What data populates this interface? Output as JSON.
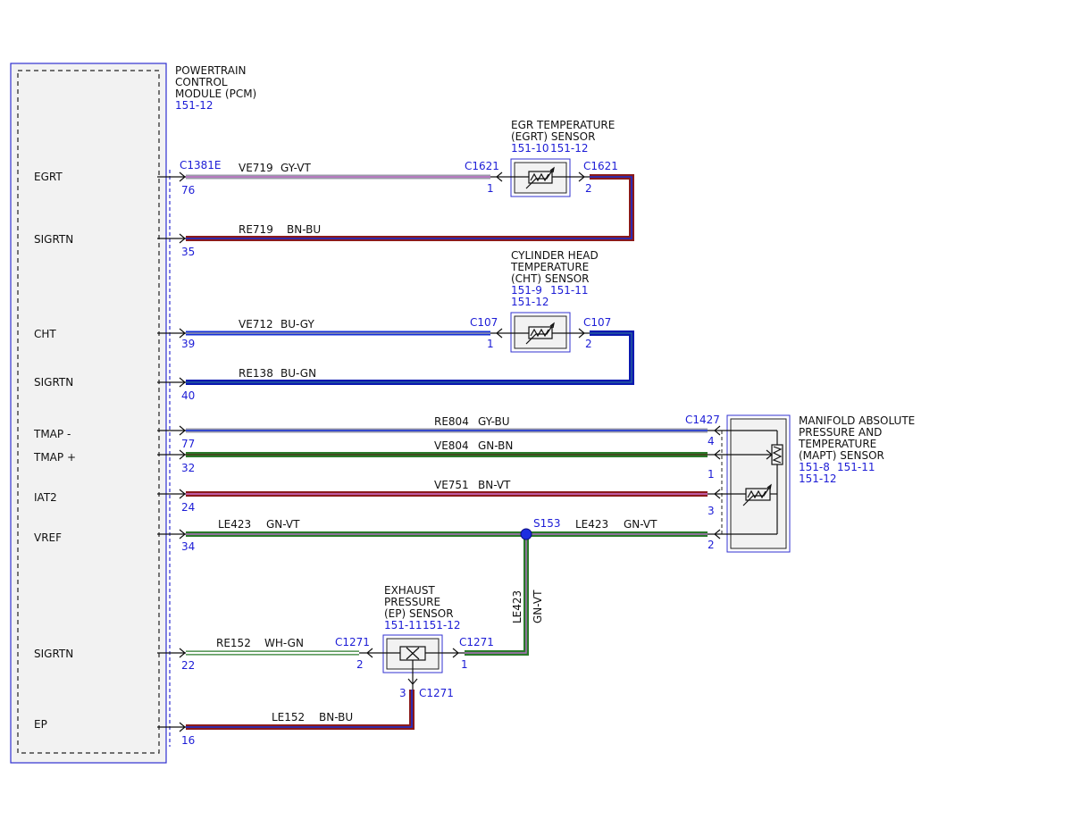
{
  "pcm": {
    "title_lines": [
      "POWERTRAIN",
      "CONTROL",
      "MODULE (PCM)"
    ],
    "ref": "151-12",
    "connector": "C1381E",
    "pins": [
      {
        "label": "EGRT",
        "num": "76"
      },
      {
        "label": "SIGRTN",
        "num": "35"
      },
      {
        "label": "CHT",
        "num": "39"
      },
      {
        "label": "SIGRTN",
        "num": "40"
      },
      {
        "label": "TMAP -",
        "num": "77"
      },
      {
        "label": "TMAP +",
        "num": "32"
      },
      {
        "label": "IAT2",
        "num": "24"
      },
      {
        "label": "VREF",
        "num": "34"
      },
      {
        "label": "SIGRTN",
        "num": "22"
      },
      {
        "label": "EP",
        "num": "16"
      }
    ]
  },
  "wires": [
    {
      "circuit": "VE719",
      "color": "GY-VT"
    },
    {
      "circuit": "RE719",
      "color": "BN-BU"
    },
    {
      "circuit": "VE712",
      "color": "BU-GY"
    },
    {
      "circuit": "RE138",
      "color": "BU-GN"
    },
    {
      "circuit": "RE804",
      "color": "GY-BU"
    },
    {
      "circuit": "VE804",
      "color": "GN-BN"
    },
    {
      "circuit": "VE751",
      "color": "BN-VT"
    },
    {
      "circuit": "LE423",
      "color": "GN-VT"
    },
    {
      "circuit": "LE423",
      "color": "GN-VT"
    },
    {
      "circuit": "LE423",
      "color": "GN-VT"
    },
    {
      "circuit": "RE152",
      "color": "WH-GN"
    },
    {
      "circuit": "LE152",
      "color": "BN-BU"
    }
  ],
  "egrt": {
    "title_lines": [
      "EGR TEMPERATURE",
      "(EGRT) SENSOR"
    ],
    "refs": [
      "151-10",
      "151-12"
    ],
    "connector": "C1621",
    "pins": [
      "1",
      "2"
    ]
  },
  "cht": {
    "title_lines": [
      "CYLINDER HEAD",
      "TEMPERATURE",
      "(CHT) SENSOR"
    ],
    "refs": [
      "151-9",
      "151-11",
      "151-12"
    ],
    "connector": "C107",
    "pins": [
      "1",
      "2"
    ]
  },
  "mapt": {
    "title_lines": [
      "MANIFOLD ABSOLUTE",
      "PRESSURE AND",
      "TEMPERATURE",
      "(MAPT) SENSOR"
    ],
    "refs": [
      "151-8",
      "151-11",
      "151-12"
    ],
    "connector": "C1427",
    "pins": [
      "4",
      "1",
      "3",
      "2"
    ]
  },
  "ep": {
    "title_lines": [
      "EXHAUST",
      "PRESSURE",
      "(EP) SENSOR"
    ],
    "refs": [
      "151-11",
      "151-12"
    ],
    "connector": "C1271",
    "pins": [
      "2",
      "1",
      "3"
    ]
  },
  "splice": {
    "label": "S153"
  },
  "colors": {
    "gray": "#9a9aa8",
    "violet": "#c070c8",
    "brown": "#8b1a1a",
    "blue": "#1530d8",
    "darkblue": "#0a18b0",
    "green": "#2a7a2a",
    "white": "#ffffff",
    "label_blue": "#1c1cd6"
  }
}
